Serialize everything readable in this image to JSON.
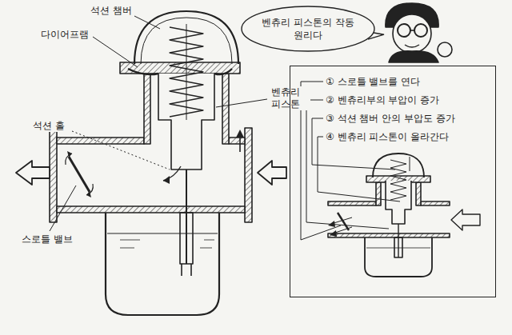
{
  "diagram": {
    "nodes": [
      {
        "text": [
          "벤츄리 피스톤의 작동 원리다"
        ]
      },
      {
        "text": [
          "① 스로틀 밸브를 연다",
          "② 벤츄리부의 부압이 증가",
          "③ 석션 챔버 안의 부압도 증가",
          "④ 벤츄리 피스톤이 올라간다"
        ]
      }
    ],
    "labels": [
      "석션 챔버",
      "다이어프램",
      "벤츄리 피스톤",
      "석션 홀",
      "스로틀 밸브"
    ]
  }
}
